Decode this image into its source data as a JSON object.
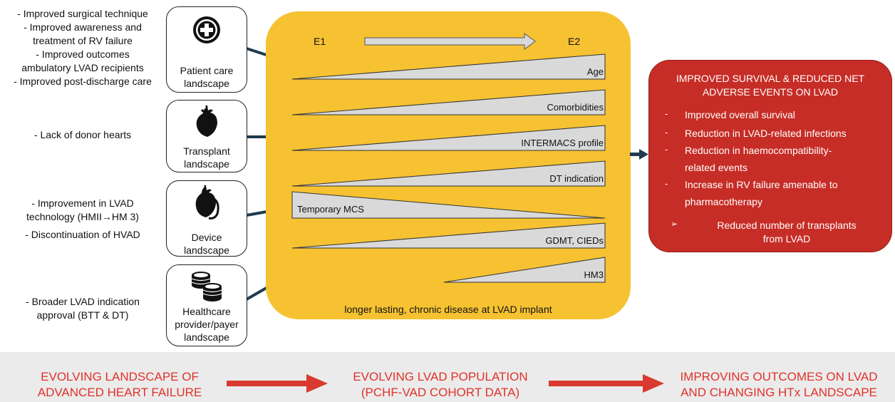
{
  "colors": {
    "accent_yellow": "#f6c232",
    "outcome_red": "#c62d26",
    "arrow_red": "#d93a30",
    "connector": "#1f3b4d",
    "wedge_fill": "#d9d9d9"
  },
  "left_texts": {
    "patient_care": [
      "- Improved surgical technique",
      "- Improved awareness and",
      "treatment of RV failure",
      "- Improved outcomes",
      "ambulatory LVAD recipients",
      "- Improved post-discharge care"
    ],
    "transplant": [
      "- Lack of donor hearts"
    ],
    "device": [
      "- Improvement in LVAD",
      "technology (HMII→HM 3)",
      "- Discontinuation of HVAD"
    ],
    "healthcare": [
      "- Broader LVAD indication",
      "approval (BTT & DT)"
    ]
  },
  "boxes": [
    {
      "icon": "plus-circle-icon",
      "label": [
        "Patient care",
        "landscape"
      ]
    },
    {
      "icon": "heart-icon",
      "label": [
        "Transplant",
        "landscape"
      ]
    },
    {
      "icon": "device-heart-icon",
      "label": [
        "Device",
        "landscape"
      ]
    },
    {
      "icon": "coins-icon",
      "label": [
        "Healthcare",
        "provider/payer",
        "landscape"
      ]
    }
  ],
  "center": {
    "e1": "E1",
    "e2": "E2",
    "wedges": [
      {
        "label": "Age",
        "direction": "increasing"
      },
      {
        "label": "Comorbidities",
        "direction": "increasing"
      },
      {
        "label": "INTERMACS profile",
        "direction": "increasing"
      },
      {
        "label": "DT indication",
        "direction": "increasing"
      },
      {
        "label": "Temporary MCS",
        "direction": "decreasing"
      },
      {
        "label": "GDMT, CIEDs",
        "direction": "increasing"
      },
      {
        "label": "HM3",
        "direction": "increasing"
      }
    ],
    "footer": "longer lasting, chronic disease at LVAD implant"
  },
  "outcome": {
    "title": [
      "IMPROVED SURVIVAL & REDUCED NET",
      "ADVERSE EVENTS ON LVAD"
    ],
    "items": [
      "Improved overall survival",
      "Reduction in LVAD-related infections",
      "Reduction in haemocompatibility-",
      "related events",
      "Increase in RV failure amenable to",
      "pharmacotherapy"
    ],
    "dash": "-",
    "bullet": "➢",
    "highlight": [
      "Reduced number of transplants",
      "from LVAD"
    ]
  },
  "bottom": [
    [
      "EVOLVING LANDSCAPE OF",
      "ADVANCED HEART FAILURE"
    ],
    [
      "EVOLVING LVAD POPULATION",
      "(PCHF-VAD COHORT DATA)"
    ],
    [
      "IMPROVING OUTCOMES ON LVAD",
      "AND CHANGING HTx LANDSCAPE"
    ]
  ]
}
